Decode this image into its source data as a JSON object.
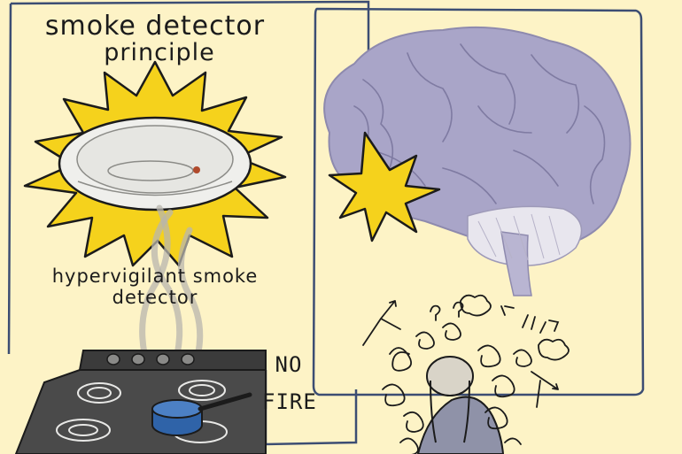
{
  "left_panel": {
    "title_line1": "smoke detector",
    "title_line2": "principle",
    "caption_line1": "hypervigilant smoke",
    "caption_line2": "detector"
  },
  "stove_panel": {
    "label_line1": "NO",
    "label_line2": "FIRE"
  },
  "icons": [
    "sun-burst-icon",
    "smoke-detector-icon",
    "smoke-icon",
    "stove-icon",
    "pot-icon",
    "brain-icon",
    "alarm-burst-icon",
    "anxious-person-icon"
  ],
  "colors": {
    "background": "#fdf3c6",
    "burst_yellow": "#f5d21c",
    "brain_purple": "#a9a5c8",
    "stove_dark": "#3b3b3b",
    "pot_blue": "#2f63a8",
    "panel_border": "#3c4d73"
  }
}
